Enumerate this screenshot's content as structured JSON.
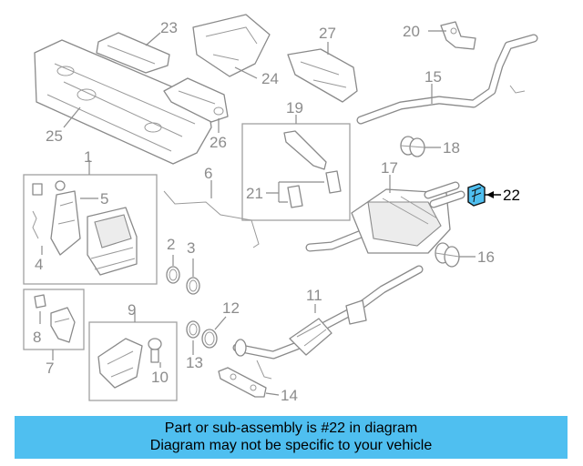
{
  "labels": {
    "n1": "1",
    "n2": "2",
    "n3": "3",
    "n4": "4",
    "n5": "5",
    "n6": "6",
    "n7": "7",
    "n8": "8",
    "n9": "9",
    "n10": "10",
    "n11": "11",
    "n12": "12",
    "n13": "13",
    "n14": "14",
    "n15": "15",
    "n16": "16",
    "n17": "17",
    "n18": "18",
    "n19": "19",
    "n20": "20",
    "n21": "21",
    "n22": "22",
    "n23": "23",
    "n24": "24",
    "n25": "25",
    "n26": "26",
    "n27": "27"
  },
  "highlight": {
    "part_number": "22",
    "color": "#4fbff0"
  },
  "banner": {
    "line1": "Part or sub-assembly is #22 in diagram",
    "line2": "Diagram may not be specific to your vehicle",
    "background": "#4fbff0"
  }
}
